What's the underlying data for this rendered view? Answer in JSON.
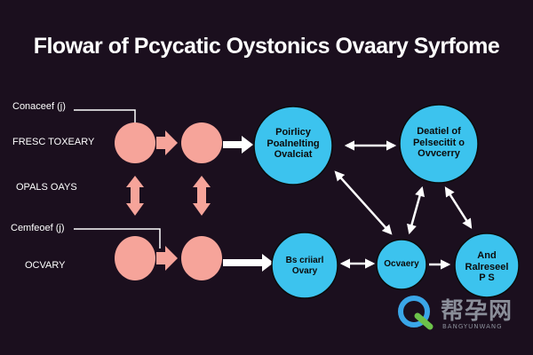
{
  "title": "Flowar of Pcycatic Oystonics Ovaary Syrfome",
  "labels": {
    "top_bracket": "Conaceef (j)",
    "top_side": "FRESC TOXEARY",
    "middle_side": "OPALS OAYS",
    "bottom_bracket": "Cemfeoef (j)",
    "bottom_side": "OCVARY"
  },
  "nodes": {
    "top_blue_left": [
      "Poirlicy",
      "Poalnelting",
      "Ovalciat"
    ],
    "top_blue_right": [
      "Deatiel of",
      "Pelsecitit o",
      "Ovvcerry"
    ],
    "bottom_blue_left": [
      "Bs criiarl",
      "Ovary"
    ],
    "bottom_blue_mid": [
      "Ocvaery"
    ],
    "bottom_blue_right": [
      "And",
      "Ralreseel",
      "P S"
    ]
  },
  "watermark": {
    "chinese": "帮孕网",
    "english": "BANGYUNWANG"
  },
  "colors": {
    "background": "#1b0f1e",
    "pink_node": "#f6a49a",
    "blue_node": "#3cc3ee",
    "arrow_pink": "#f6a49a",
    "arrow_white": "#ffffff"
  }
}
